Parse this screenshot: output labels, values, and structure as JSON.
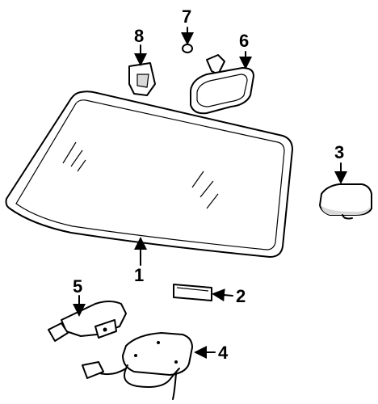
{
  "diagram": {
    "parts": [
      {
        "id": "windshield",
        "callout": "1"
      },
      {
        "id": "trim-strip",
        "callout": "2"
      },
      {
        "id": "rain-sensor",
        "callout": "3"
      },
      {
        "id": "sensor-module",
        "callout": "4"
      },
      {
        "id": "mirror-mount",
        "callout": "5"
      },
      {
        "id": "rear-view-mirror",
        "callout": "6"
      },
      {
        "id": "clip",
        "callout": "7"
      },
      {
        "id": "bracket",
        "callout": "8"
      }
    ]
  },
  "colors": {
    "ink": "#000000",
    "background": "#ffffff",
    "shade": "#d9d9d9"
  }
}
